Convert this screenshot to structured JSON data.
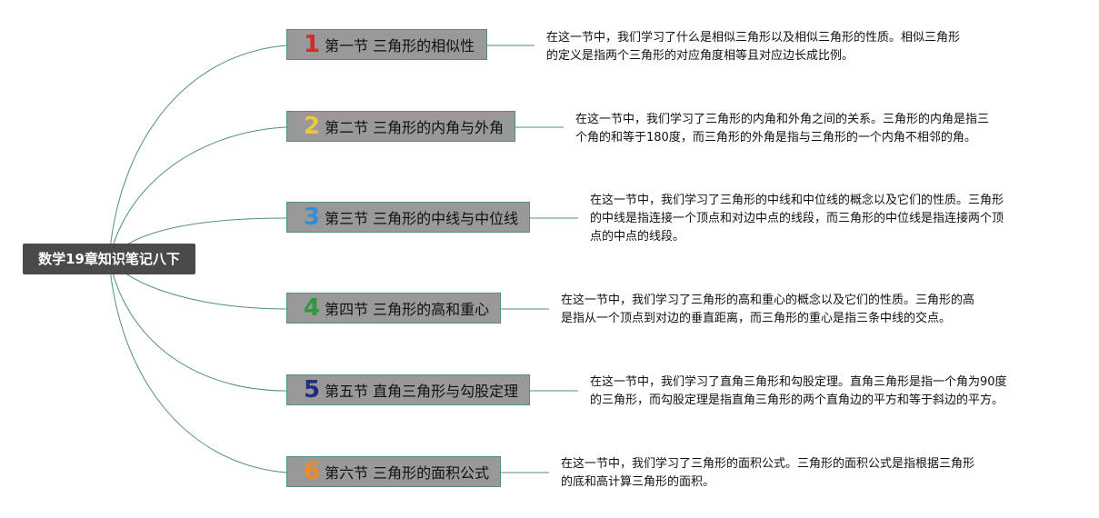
{
  "root": {
    "title": "数学19章知识笔记八下"
  },
  "colors": {
    "connector": "#4f8f7e",
    "root_bg": "#4a4a4a",
    "node_bg": "#999999"
  },
  "sections": [
    {
      "number": "1",
      "number_color": "#d42a2a",
      "title": "第一节 三角形的相似性",
      "note": [
        "在这一节中，我们学习了什么是相似三角形以及相似三角形的性质。相似三角形",
        "的定义是指两个三角形的对应角度相等且对应边长成比例。"
      ]
    },
    {
      "number": "2",
      "number_color": "#f0c53a",
      "title": "第二节 三角形的内角与外角",
      "note": [
        "在这一节中，我们学习了三角形的内角和外角之间的关系。三角形的内角是指三",
        "个角的和等于180度，而三角形的外角是指与三角形的一个内角不相邻的角。"
      ]
    },
    {
      "number": "3",
      "number_color": "#2e8fd8",
      "title": "第三节 三角形的中线与中位线",
      "note": [
        "在这一节中，我们学习了三角形的中线和中位线的概念以及它们的性质。三角形",
        "的中线是指连接一个顶点和对边中点的线段，而三角形的中位线是指连接两个顶",
        "点的中点的线段。"
      ]
    },
    {
      "number": "4",
      "number_color": "#2a9a3a",
      "title": "第四节 三角形的高和重心",
      "note": [
        "在这一节中，我们学习了三角形的高和重心的概念以及它们的性质。三角形的高",
        "是指从一个顶点到对边的垂直距离，而三角形的重心是指三条中线的交点。"
      ]
    },
    {
      "number": "5",
      "number_color": "#1f2d7a",
      "title": "第五节 直角三角形与勾股定理",
      "note": [
        "在这一节中，我们学习了直角三角形和勾股定理。直角三角形是指一个角为90度",
        "的三角形，而勾股定理是指直角三角形的两个直角边的平方和等于斜边的平方。"
      ]
    },
    {
      "number": "6",
      "number_color": "#f08a24",
      "title": "第六节 三角形的面积公式",
      "note": [
        "在这一节中，我们学习了三角形的面积公式。三角形的面积公式是指根据三角形",
        "的底和高计算三角形的面积。"
      ]
    }
  ]
}
